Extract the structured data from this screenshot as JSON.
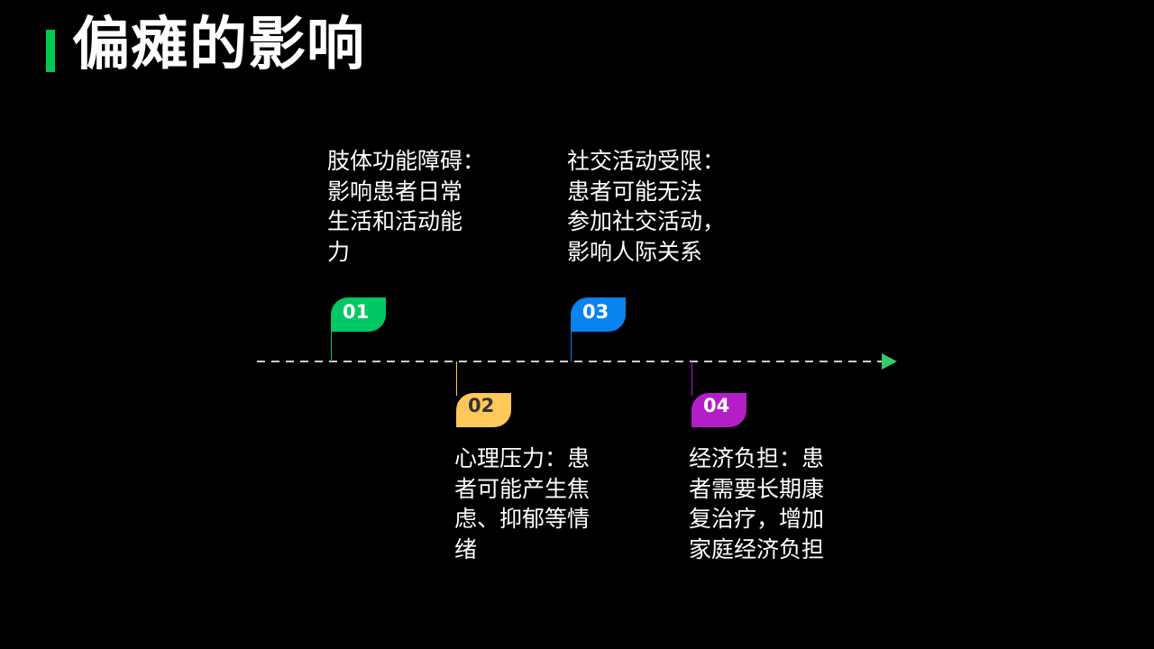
{
  "title": "偏瘫的影响",
  "colors": {
    "accent": "#00c853",
    "axis": "#cccccc",
    "arrow": "#33cc66"
  },
  "items": [
    {
      "number": "01",
      "color": "#00c864",
      "text": "肢体功能障碍：\n影响患者日常\n生活和活动能\n力"
    },
    {
      "number": "02",
      "color": "#ffc85a",
      "text": "心理压力：患\n者可能产生焦\n虑、抑郁等情\n绪"
    },
    {
      "number": "03",
      "color": "#0a82f0",
      "text": "社交活动受限：\n患者可能无法\n参加社交活动，\n影响人际关系"
    },
    {
      "number": "04",
      "color": "#b41ec8",
      "text": "经济负担：患\n者需要长期康\n复治疗，增加\n家庭经济负担"
    }
  ]
}
